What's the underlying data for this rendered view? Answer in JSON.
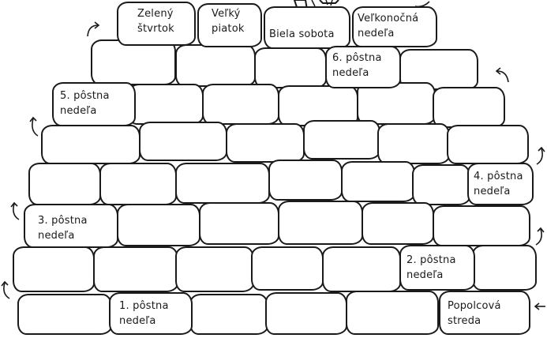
{
  "steps": {
    "popolcova_streda": [
      "Popolcová",
      "streda"
    ],
    "postna_1": [
      "1. pôstna",
      "nedeľa"
    ],
    "postna_2": [
      "2. pôstna",
      "nedeľa"
    ],
    "postna_3": [
      "3. pôstna",
      "nedeľa"
    ],
    "postna_4": [
      "4. pôstna",
      "nedeľa"
    ],
    "postna_5": [
      "5. pôstna",
      "nedeľa"
    ],
    "postna_6": [
      "6. pôstna",
      "nedeľa"
    ],
    "zeleny_stvrtok": [
      "Zelený",
      "štvrtok"
    ],
    "velky_piatok": [
      "Veľký",
      "piatok"
    ],
    "biela_sobota": "Biela sobota",
    "velkonocna_nedela": [
      "Veľkonočná",
      "nedeľa"
    ]
  },
  "icons": {
    "direction": "curved-arrow-icon",
    "figure": "person-feet-illustration"
  },
  "colors": {
    "ink": "#1a1a1a",
    "paper": "#ffffff"
  }
}
